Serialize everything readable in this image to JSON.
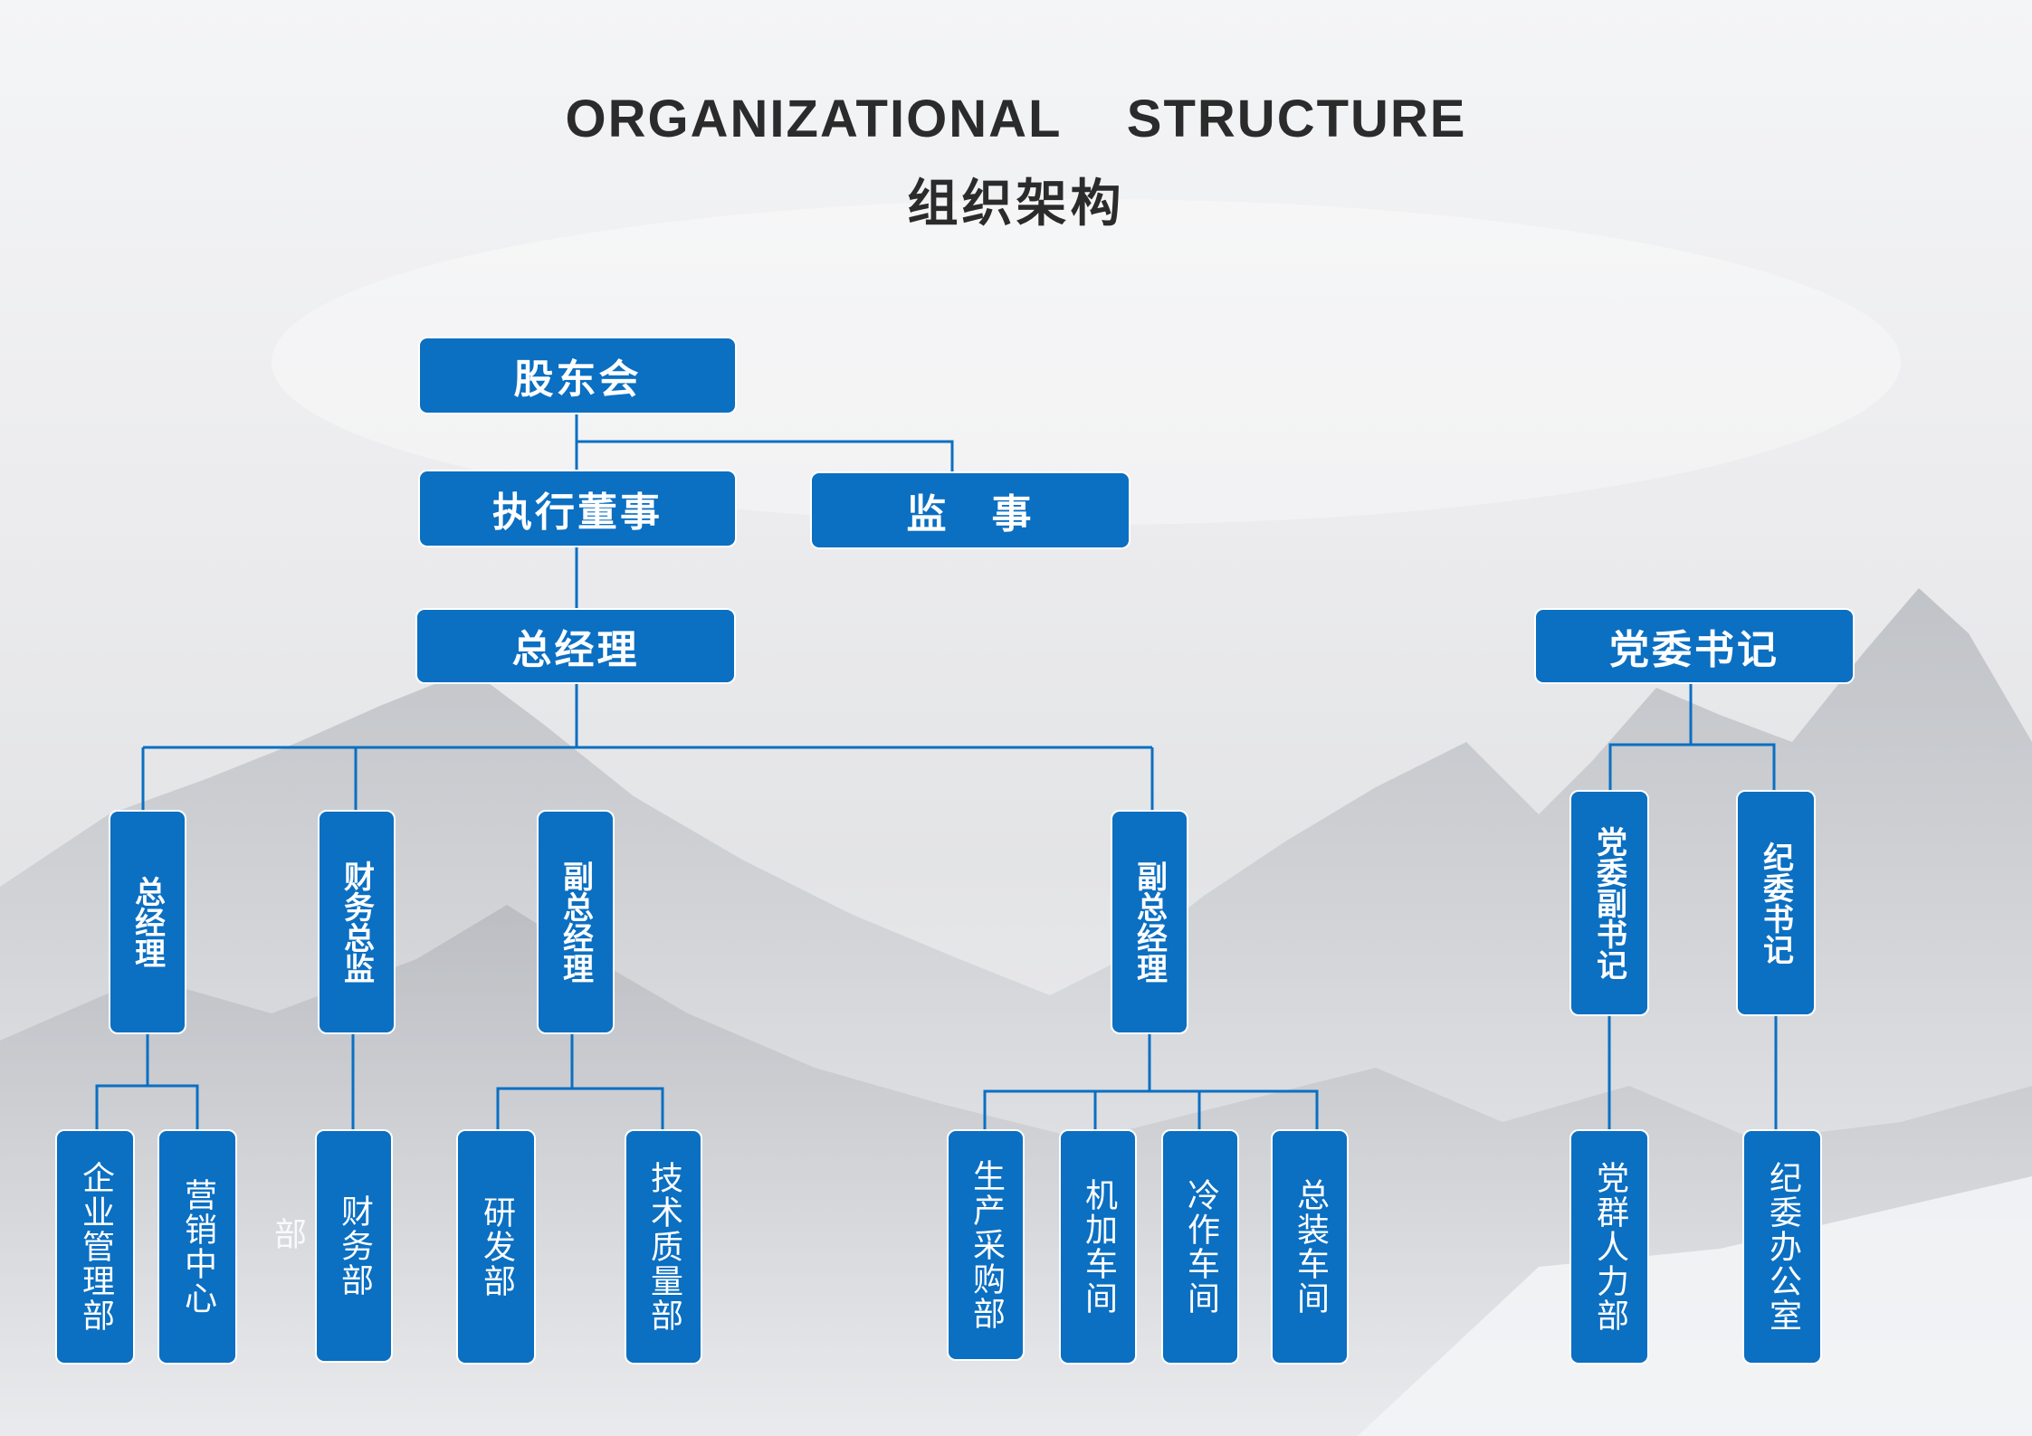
{
  "title_en": "ORGANIZATIONAL    STRUCTURE",
  "title_cn": "组织架构",
  "nodes": {
    "shareholders": "股东会",
    "exec_director": "执行董事",
    "supervisor": "监　事",
    "general_manager": "总经理",
    "party_secretary": "党委书记",
    "gm2": "总经理",
    "cfo": "财务总监",
    "vgm1": "副总经理",
    "vgm2": "副总经理",
    "deputy_party_secretary": "党委副书记",
    "discipline_secretary": "纪委书记",
    "enterprise_mgmt": "企业管理部",
    "marketing_center": "营销中心",
    "finance_dept": "财务部",
    "rd_dept": "研发部",
    "tech_quality_dept": "技术质量部",
    "production_purchasing": "生产采购部",
    "machining_workshop": "机加车间",
    "cold_work_workshop": "冷作车间",
    "assembly_workshop": "总装车间",
    "party_hr_dept": "党群人力部",
    "discipline_office": "纪委办公室",
    "ghost_text": "部"
  },
  "colors": {
    "box_fill": "#0b6fc2",
    "box_border": "#ffffff",
    "line": "#0b6fc2",
    "title": "#2b2b2b"
  }
}
